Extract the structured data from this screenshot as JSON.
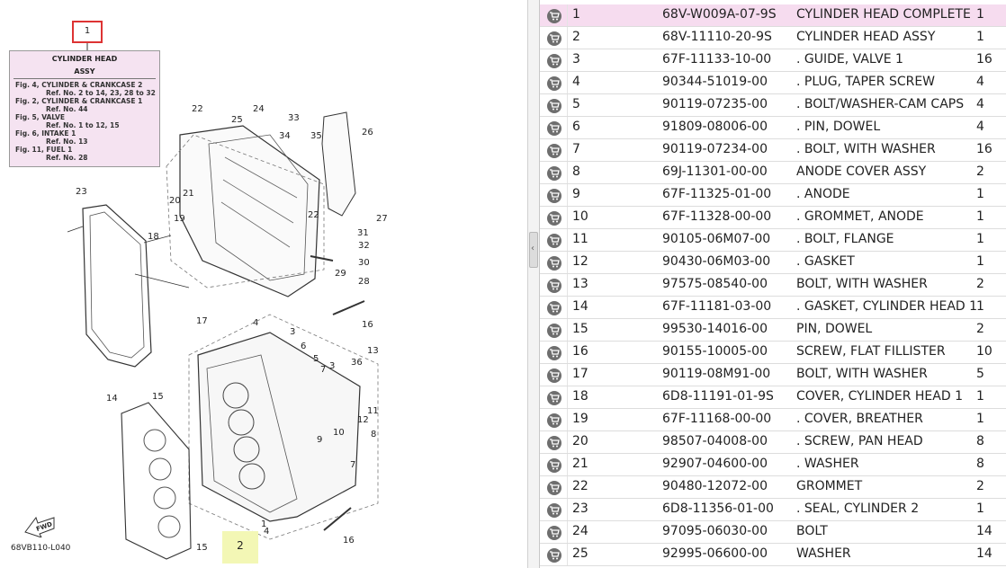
{
  "diagram": {
    "ref_number": "1",
    "legend_title_1": "CYLINDER HEAD",
    "legend_title_2": "ASSY",
    "legend_lines": [
      "Fig. 4, CYLINDER & CRANKCASE 2",
      "Ref. No. 2 to 14, 23, 28 to 32",
      "Fig. 2, CYLINDER & CRANKCASE 1",
      "Ref. No. 44",
      "Fig. 5, VALVE",
      "Ref. No. 1 to 12, 15",
      "Fig. 6, INTAKE 1",
      "Ref. No. 13",
      "Fig. 11, FUEL 1",
      "Ref. No. 28"
    ],
    "highlight_label": "2",
    "fwd_label": "FWD",
    "code": "68VB110-L040",
    "callouts": [
      "22",
      "25",
      "24",
      "33",
      "34",
      "35",
      "26",
      "21",
      "20",
      "19",
      "18",
      "23",
      "22",
      "27",
      "31",
      "32",
      "30",
      "29",
      "28",
      "17",
      "4",
      "3",
      "16",
      "6",
      "5",
      "7",
      "36",
      "13",
      "3",
      "14",
      "15",
      "12",
      "11",
      "9",
      "10",
      "8",
      "7",
      "15",
      "4",
      "1",
      "16"
    ]
  },
  "parts": {
    "rows": [
      {
        "no": "1",
        "part": "68V-W009A-07-9S",
        "desc": "CYLINDER HEAD COMPLETE",
        "qty": "1",
        "selected": true
      },
      {
        "no": "2",
        "part": "68V-11110-20-9S",
        "desc": "CYLINDER HEAD ASSY",
        "qty": "1"
      },
      {
        "no": "3",
        "part": "67F-11133-10-00",
        "desc": ". GUIDE, VALVE 1",
        "qty": "16"
      },
      {
        "no": "4",
        "part": "90344-51019-00",
        "desc": ". PLUG, TAPER SCREW",
        "qty": "4"
      },
      {
        "no": "5",
        "part": "90119-07235-00",
        "desc": ". BOLT/WASHER-CAM CAPS",
        "qty": "4"
      },
      {
        "no": "6",
        "part": "91809-08006-00",
        "desc": ". PIN, DOWEL",
        "qty": "4"
      },
      {
        "no": "7",
        "part": "90119-07234-00",
        "desc": ". BOLT, WITH WASHER",
        "qty": "16"
      },
      {
        "no": "8",
        "part": "69J-11301-00-00",
        "desc": "ANODE COVER ASSY",
        "qty": "2"
      },
      {
        "no": "9",
        "part": "67F-11325-01-00",
        "desc": ". ANODE",
        "qty": "1"
      },
      {
        "no": "10",
        "part": "67F-11328-00-00",
        "desc": ". GROMMET, ANODE",
        "qty": "1"
      },
      {
        "no": "11",
        "part": "90105-06M07-00",
        "desc": ". BOLT, FLANGE",
        "qty": "1"
      },
      {
        "no": "12",
        "part": "90430-06M03-00",
        "desc": ". GASKET",
        "qty": "1"
      },
      {
        "no": "13",
        "part": "97575-08540-00",
        "desc": "BOLT, WITH WASHER",
        "qty": "2"
      },
      {
        "no": "14",
        "part": "67F-11181-03-00",
        "desc": ". GASKET, CYLINDER HEAD 1",
        "qty": "1"
      },
      {
        "no": "15",
        "part": "99530-14016-00",
        "desc": "PIN, DOWEL",
        "qty": "2"
      },
      {
        "no": "16",
        "part": "90155-10005-00",
        "desc": "SCREW, FLAT FILLISTER",
        "qty": "10"
      },
      {
        "no": "17",
        "part": "90119-08M91-00",
        "desc": "BOLT, WITH WASHER",
        "qty": "5"
      },
      {
        "no": "18",
        "part": "6D8-11191-01-9S",
        "desc": "COVER, CYLINDER HEAD 1",
        "qty": "1"
      },
      {
        "no": "19",
        "part": "67F-11168-00-00",
        "desc": ". COVER, BREATHER",
        "qty": "1"
      },
      {
        "no": "20",
        "part": "98507-04008-00",
        "desc": ". SCREW, PAN HEAD",
        "qty": "8"
      },
      {
        "no": "21",
        "part": "92907-04600-00",
        "desc": ". WASHER",
        "qty": "8"
      },
      {
        "no": "22",
        "part": "90480-12072-00",
        "desc": "GROMMET",
        "qty": "2"
      },
      {
        "no": "23",
        "part": "6D8-11356-01-00",
        "desc": ". SEAL, CYLINDER 2",
        "qty": "1"
      },
      {
        "no": "24",
        "part": "97095-06030-00",
        "desc": "BOLT",
        "qty": "14"
      },
      {
        "no": "25",
        "part": "92995-06600-00",
        "desc": "WASHER",
        "qty": "14"
      }
    ]
  },
  "splitter": {
    "arrow": "‹"
  }
}
